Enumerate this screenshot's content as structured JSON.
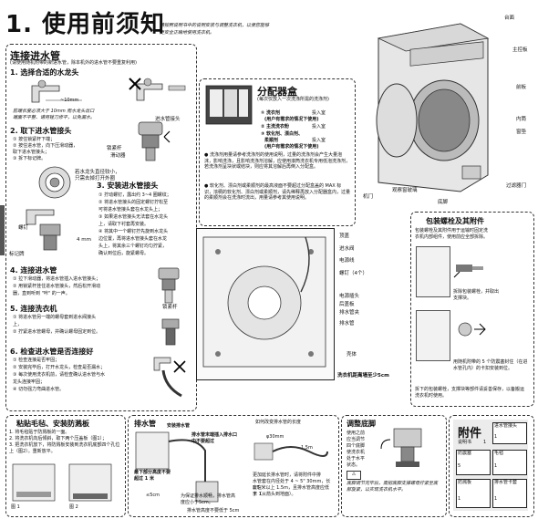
{
  "header": {
    "title": "1. 使用前须知",
    "subtitle_1": "请按照说明书中的说明安装与调整洗衣机，以便您能够",
    "subtitle_2": "更安全正确地使用洗衣机。"
  },
  "inlet": {
    "title": "连接进水管",
    "note": "(请使用随机附带的新进水管，除本机外的进水管不要重复利用)",
    "step1": "1. 选择合适的水龙头",
    "dim_10mm": "~10mm",
    "step1_text_1": "前端长度必须大于 10mm 而水龙头出口",
    "step1_text_2": "端面不平整、请用锉刀修平，以免漏水。",
    "step2": "2. 取下进水管接头",
    "step2_text": [
      "① 按住锁紧杆下端；",
      "② 按住进水管，向下压滑动器，",
      "取下进水管接头；",
      "③ 拆下标记牌。"
    ],
    "labels_lock": "锁紧杆",
    "labels_slider": "滑动器",
    "labels_joint": "进水管接头",
    "label_outer": "若水龙头直径较小，只需去掉打开外圈",
    "label_inner": "直接拧在水龙头上",
    "label_screw": "螺钉",
    "label_tag": "标记牌",
    "label_4mm": "4 mm",
    "step3": "3. 安装进水管接头",
    "step3_text": [
      "① 拧动螺钉，露出约 3~4 圈螺纹；",
      "② 将进水管接头的固定螺钉拧松至",
      "可将进水管接头套在水龙头上；",
      "③ 如果进水管接头无法套在水龙头",
      "上，请取下衬套再安装。",
      "④ 将其中一个螺钉拧先旋到水龙头",
      "边位置，再将进水管接头套在水龙",
      "头上，将其余三个螺钉均匀拧紧，",
      "确认到位后，旋紧螺母。"
    ],
    "step4": "4. 连接进水管",
    "step4_text": [
      "① 拉下滑动器，将进水管插入进水管接头；",
      "② 用锁紧杆挂住进水管接头，然后松开滑动",
      "器，直到听到 \"咔\" 的一声。"
    ],
    "label_lockbar": "锁紧杆",
    "step5": "5. 连接洗衣机",
    "step5_text": [
      "① 将进水管另一端的螺母套到进水阀接头",
      "上，",
      "② 拧紧进水管螺母，并确认螺母固定到位。"
    ],
    "step6": "6. 检查进水管是否连接好",
    "step6_text": [
      "① 检查连接是否牢固；",
      "② 安装完毕后，打开水龙头，检查是否漏水；",
      "③ 每次使用洗衣机前，请检查确认进水管与水",
      "龙头连接牢固；",
      "④ 切勿强力弯曲进水管。"
    ]
  },
  "dispenser": {
    "title": "分配器盒",
    "note": "(每次仅放入一次洗涤所需的洗涤剂)",
    "item_1": "① 洗衣剂",
    "item_1b": "投入室",
    "item_1c": "(用户有需求的情况下使用)",
    "item_2": "② 主洗洗衣粉",
    "item_2b": "投入室",
    "item_3": "③ 软化剂、漂白剂、",
    "item_3b": "柔顺剂",
    "item_3c": "投入室",
    "item_3d": "(用户有需求的情况下使用)",
    "text": [
      "● 洗涤剂用量请参考洗涤剂的使用说明，过量的洗涤剂会产生大量泡沫，影响洗涤，且影响洗涤剂溶解，应使用滚筒洗衣机专用低泡洗涤剂，若洗涤剂呈块状或结块，则应将其溶解后再倒入分配盒。",
      "● 软化剂、漂白剂或柔顺剂的最高液面不要超过分配盒盖的 MAX 标识，浓稠的软化剂、漂白剂或柔顺剂，请先稀释再放入分配器盒内，过量的柔顺剂会在洗涤时流出，用量请参考其使用说明。"
    ]
  },
  "machine_front": {
    "labels": {
      "top": "台面",
      "panel": "主控板",
      "cover": "前板",
      "inner": "内筒",
      "window": "窗垫",
      "filter": "过滤器门",
      "drain": "机门",
      "hose": "观察窗玻璃",
      "bottom": "底脚"
    }
  },
  "machine_back": {
    "labels": [
      "顶盖",
      "进水阀",
      "电源线",
      "螺钉（4个）",
      "电源插头",
      "后盖板",
      "排水管夹",
      "排水管",
      "洗衣机距离墙至少5cm"
    ],
    "bottom_label": "壳体"
  },
  "bolts": {
    "title": "包装螺栓及其附件",
    "text": [
      "包装螺栓及其附件用于运输时固定洗",
      "衣机内部组件，使用前应全部拆除。"
    ],
    "caption_1": "拆除包装螺栓，并取出支撑块。",
    "caption_2": "用随机附带的 5 个防震塞封住（在进水管孔内）的卡扣安装到位。",
    "caption_3": "拆下的包装螺栓，支撑块等部件请妥善保存，以备搬运洗衣机时使用。",
    "step1": "1.",
    "step2": "2."
  },
  "label_box": {
    "title": "粘贴毛毡、安装防溅板",
    "text": [
      "1. 将毛毡贴于防溅板的一面。",
      "2. 将洗衣机向后倾斜，取下两个压盖板（图1）；",
      "3. 把洗衣机放下，将防溅板安装到洗衣机底部四个孔位上（图2）。重新放平。"
    ],
    "fig1": "图 1",
    "fig2": "图 2"
  },
  "drain": {
    "title": "排水管",
    "sub": "安装排水管",
    "note1": "排水管末端插入排水口中不要超过",
    "note2": "为保证排水顺畅，排水管高度应小于5cm。",
    "label_low": "最下部分高度不要超过 1 米",
    "label_5cm": "≤5cm",
    "note3": "排水管高度不要低于 5cm",
    "how_title": "如何改变排水管的长度",
    "dim_30": "φ30mm",
    "dim_1_5": "1.5m",
    "how_text": [
      "更加延长排水管时，请将附件中排",
      "水管套在内径处于 4 ~ 5\" 30mm，长度在",
      "1.5 米以上 1.5m，且排水管高度应低于 1",
      "米（从箭头到地面）。"
    ]
  },
  "level": {
    "title": "调整底脚",
    "text": [
      "使用之前",
      "应当调节",
      "四个底脚",
      "使洗衣机",
      "处于水平",
      "状态。"
    ],
    "warn": "底脚调节完毕后，需把底脚支撑螺母拧紧至底部旋紧，以实现洗衣机水平。"
  },
  "accessories": {
    "title": "附件",
    "items": [
      {
        "name": "进水管接头",
        "qty": "1"
      },
      {
        "name": "防震塞",
        "qty": "5"
      },
      {
        "name": "毛毡",
        "qty": "1"
      },
      {
        "name": "防溅板",
        "qty": "1"
      },
      {
        "name": "排水管卡套",
        "qty": "1"
      },
      {
        "name": "说明书",
        "qty": "1"
      }
    ]
  }
}
